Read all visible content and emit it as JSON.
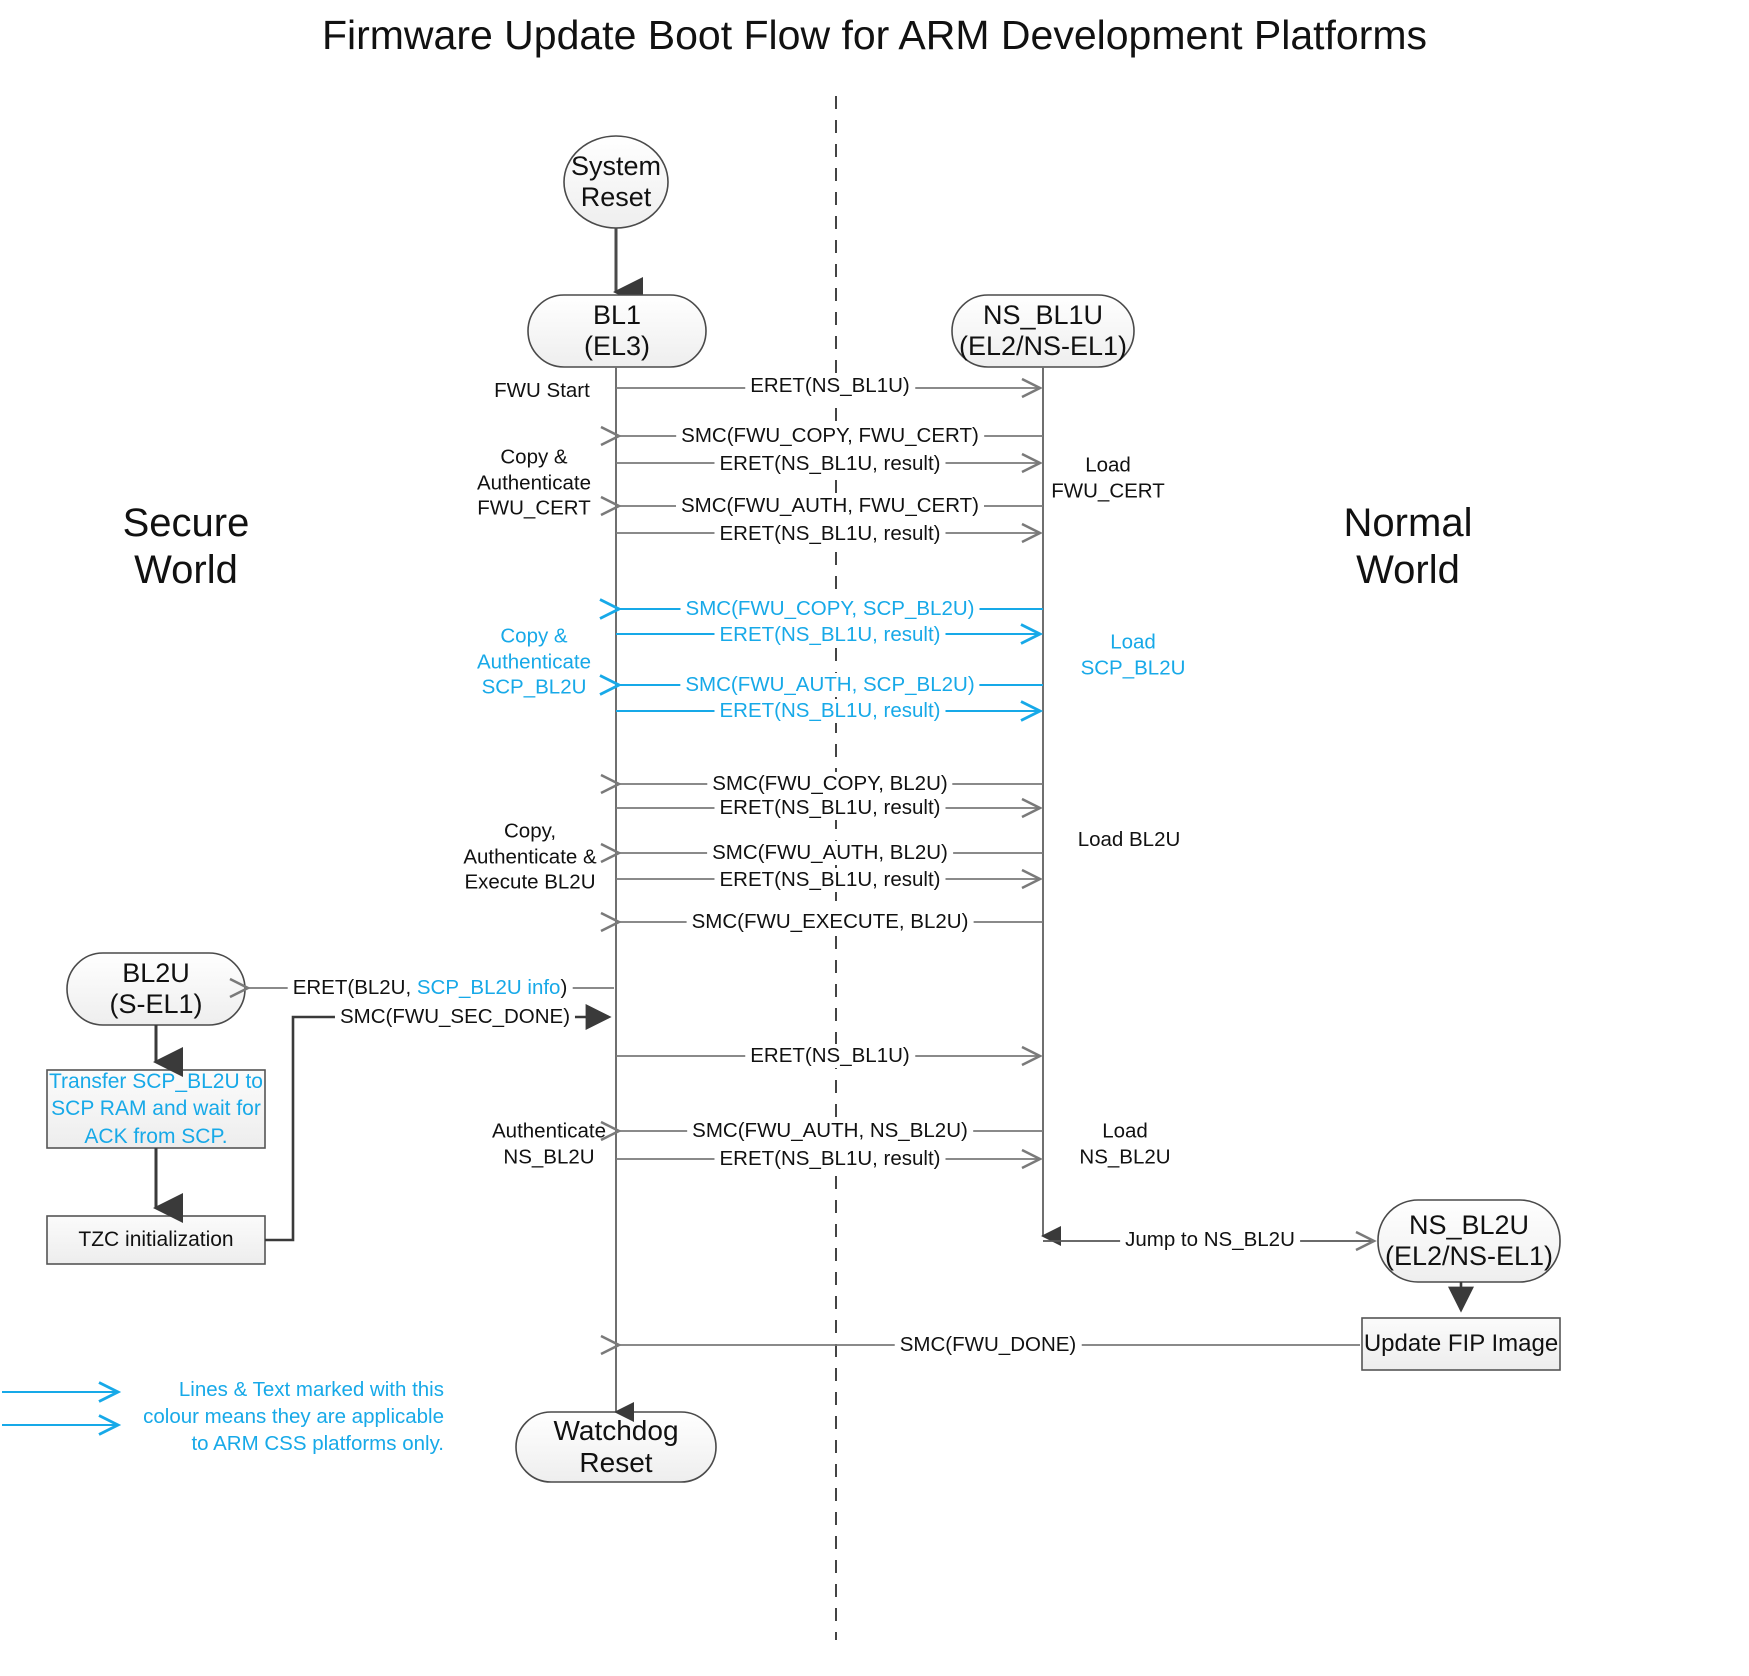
{
  "title": "Firmware Update Boot Flow for ARM Development Platforms",
  "colors": {
    "accent_cyan": "#17a9e8",
    "line_gray": "#6f6f6f",
    "line_dark": "#3a3a3a",
    "node_fill": "#f4f4f4",
    "text": "#111111"
  },
  "world_labels": {
    "secure_line1": "Secure",
    "secure_line2": "World",
    "normal_line1": "Normal",
    "normal_line2": "World"
  },
  "nodes": {
    "system_reset": {
      "line1": "System",
      "line2": "Reset",
      "shape": "ellipse"
    },
    "bl1": {
      "line1": "BL1",
      "line2": "(EL3)",
      "shape": "rounded-rect"
    },
    "ns_bl1u": {
      "line1": "NS_BL1U",
      "line2": "(EL2/NS-EL1)",
      "shape": "rounded-rect"
    },
    "bl2u": {
      "line1": "BL2U",
      "line2": "(S-EL1)",
      "shape": "rounded-rect"
    },
    "ns_bl2u": {
      "line1": "NS_BL2U",
      "line2": "(EL2/NS-EL1)",
      "shape": "rounded-rect"
    },
    "watchdog_reset": {
      "line1": "Watchdog Reset",
      "line2": "",
      "shape": "rounded-rect"
    }
  },
  "process_boxes": {
    "transfer_scp": "Transfer SCP_BL2U to SCP RAM and wait for ACK from SCP.",
    "tzc_init": "TZC initialization",
    "update_fip": "Update FIP Image"
  },
  "left_labels": [
    {
      "id": "fwu-start",
      "text": "FWU Start",
      "cyan": false
    },
    {
      "id": "copy-auth-fwu-cert",
      "text": "Copy & Authenticate FWU_CERT",
      "cyan": false
    },
    {
      "id": "copy-auth-scp-bl2u",
      "text": "Copy & Authenticate SCP_BL2U",
      "cyan": true
    },
    {
      "id": "copy-auth-exec-bl2u",
      "text": "Copy, Authenticate & Execute BL2U",
      "cyan": false
    },
    {
      "id": "authenticate-ns-bl2u",
      "text": "Authenticate NS_BL2U",
      "cyan": false
    }
  ],
  "right_labels": [
    {
      "id": "load-fwu-cert",
      "text": "Load FWU_CERT",
      "cyan": false
    },
    {
      "id": "load-scp-bl2u",
      "text": "Load SCP_BL2U",
      "cyan": true
    },
    {
      "id": "load-bl2u",
      "text": "Load BL2U",
      "cyan": false
    },
    {
      "id": "load-ns-bl2u",
      "text": "Load NS_BL2U",
      "cyan": false
    }
  ],
  "messages": [
    {
      "id": "m01",
      "text": "ERET(NS_BL1U)",
      "cyan": false,
      "dir": "right"
    },
    {
      "id": "m02",
      "text": "SMC(FWU_COPY, FWU_CERT)",
      "cyan": false,
      "dir": "left"
    },
    {
      "id": "m03",
      "text": "ERET(NS_BL1U, result)",
      "cyan": false,
      "dir": "right"
    },
    {
      "id": "m04",
      "text": "SMC(FWU_AUTH, FWU_CERT)",
      "cyan": false,
      "dir": "left"
    },
    {
      "id": "m05",
      "text": "ERET(NS_BL1U, result)",
      "cyan": false,
      "dir": "right"
    },
    {
      "id": "m06",
      "text": "SMC(FWU_COPY, SCP_BL2U)",
      "cyan": true,
      "dir": "left"
    },
    {
      "id": "m07",
      "text": "ERET(NS_BL1U, result)",
      "cyan": true,
      "dir": "right"
    },
    {
      "id": "m08",
      "text": "SMC(FWU_AUTH, SCP_BL2U)",
      "cyan": true,
      "dir": "left"
    },
    {
      "id": "m09",
      "text": "ERET(NS_BL1U, result)",
      "cyan": true,
      "dir": "right"
    },
    {
      "id": "m10",
      "text": "SMC(FWU_COPY, BL2U)",
      "cyan": false,
      "dir": "left"
    },
    {
      "id": "m11",
      "text": "ERET(NS_BL1U, result)",
      "cyan": false,
      "dir": "right"
    },
    {
      "id": "m12",
      "text": "SMC(FWU_AUTH, BL2U)",
      "cyan": false,
      "dir": "left"
    },
    {
      "id": "m13",
      "text": "ERET(NS_BL1U, result)",
      "cyan": false,
      "dir": "right"
    },
    {
      "id": "m14",
      "text": "SMC(FWU_EXECUTE, BL2U)",
      "cyan": false,
      "dir": "left"
    },
    {
      "id": "m15",
      "text_prefix": "ERET(BL2U, ",
      "text_cyan": "SCP_BL2U info",
      "text_suffix": ")",
      "mixed": true,
      "dir": "left"
    },
    {
      "id": "m16",
      "text": "SMC(FWU_SEC_DONE)",
      "cyan": false,
      "dir": "right"
    },
    {
      "id": "m17",
      "text": "ERET(NS_BL1U)",
      "cyan": false,
      "dir": "right"
    },
    {
      "id": "m18",
      "text": "SMC(FWU_AUTH, NS_BL2U)",
      "cyan": false,
      "dir": "left"
    },
    {
      "id": "m19",
      "text": "ERET(NS_BL1U, result)",
      "cyan": false,
      "dir": "right"
    },
    {
      "id": "m20",
      "text": "Jump to NS_BL2U",
      "cyan": false,
      "dir": "right"
    },
    {
      "id": "m21",
      "text": "SMC(FWU_DONE)",
      "cyan": false,
      "dir": "left"
    }
  ],
  "legend": {
    "line1": "Lines & Text marked with this",
    "line2": "colour means they are applicable",
    "line3": "to ARM CSS platforms only."
  }
}
